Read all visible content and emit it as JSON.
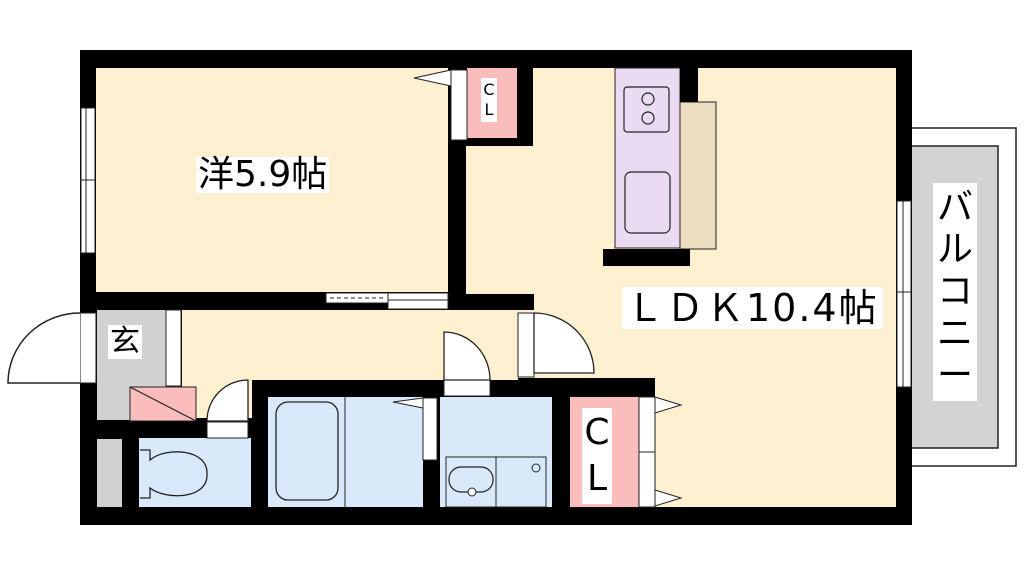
{
  "floor_plan": {
    "rooms": {
      "western": {
        "label": "洋5.9帖",
        "type": "Western-style room",
        "size_jo": 5.9
      },
      "ldk": {
        "label": "ＬＤＫ10.4帖",
        "type": "Living/Dining/Kitchen",
        "size_jo": 10.4
      },
      "genkan": {
        "label": "玄",
        "type": "Entrance"
      },
      "closet_small": {
        "label": "CL",
        "chars": [
          "C",
          "L"
        ]
      },
      "closet_large": {
        "label": "CL",
        "chars": [
          "C",
          "L"
        ]
      },
      "balcony": {
        "label": "バルコニー",
        "chars": [
          "バ",
          "ル",
          "コ",
          "ニ",
          "ー"
        ]
      },
      "toilet": {
        "label": ""
      },
      "bathroom": {
        "label": ""
      },
      "washroom": {
        "label": ""
      }
    },
    "colors": {
      "living_area": "#fdf0d0",
      "wet_area": "#d9e9fa",
      "closet": "#fbbcbc",
      "kitchen_counter": "#eadbf2",
      "kitchen_side": "#ecdcc0",
      "entrance": "#d1d1d1",
      "balcony": "#d3d3d3",
      "wall": "#000000"
    }
  }
}
